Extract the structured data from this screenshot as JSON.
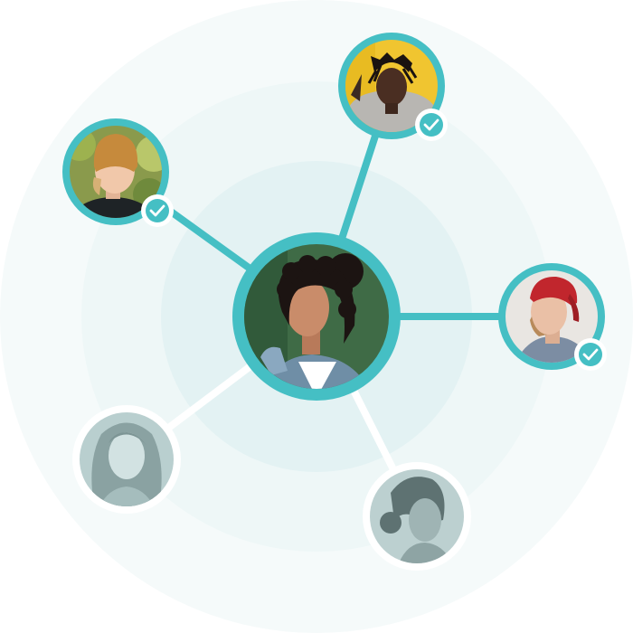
{
  "colors": {
    "accent": "#45bfc4",
    "ring_outer": "#f5fafa",
    "ring_middle": "#eef7f7",
    "ring_inner": "#e3f2f3",
    "inactive_border": "#ffffff",
    "check_mark": "#ffffff"
  },
  "center_avatar": {
    "icon": "woman-curly-hair-avatar",
    "status": "active"
  },
  "connections": [
    {
      "icon": "man-orange-beanie-avatar",
      "status": "connected",
      "verified": true
    },
    {
      "icon": "man-dreadlocks-yellow-wall-avatar",
      "status": "connected",
      "verified": true
    },
    {
      "icon": "man-red-cap-avatar",
      "status": "connected",
      "verified": true
    },
    {
      "icon": "woman-long-hair-avatar",
      "status": "pending",
      "verified": false
    },
    {
      "icon": "woman-hair-bun-avatar",
      "status": "pending",
      "verified": false
    }
  ]
}
